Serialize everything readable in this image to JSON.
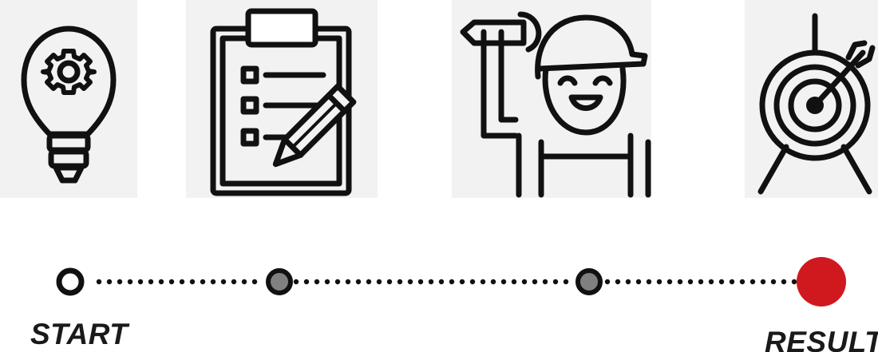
{
  "steps": [
    {
      "icon": "lightbulb-gear-icon",
      "marker": "hollow"
    },
    {
      "icon": "clipboard-checklist-pencil-icon",
      "marker": "gray"
    },
    {
      "icon": "worker-wrench-icon",
      "marker": "gray"
    },
    {
      "icon": "target-arrow-icon",
      "marker": "red"
    }
  ],
  "labels": {
    "start": "START",
    "result": "RESULT"
  },
  "colors": {
    "line": "#111111",
    "marker_gray": "#808080",
    "marker_result": "#d0191f",
    "tile_background": "#f2f2f2"
  }
}
